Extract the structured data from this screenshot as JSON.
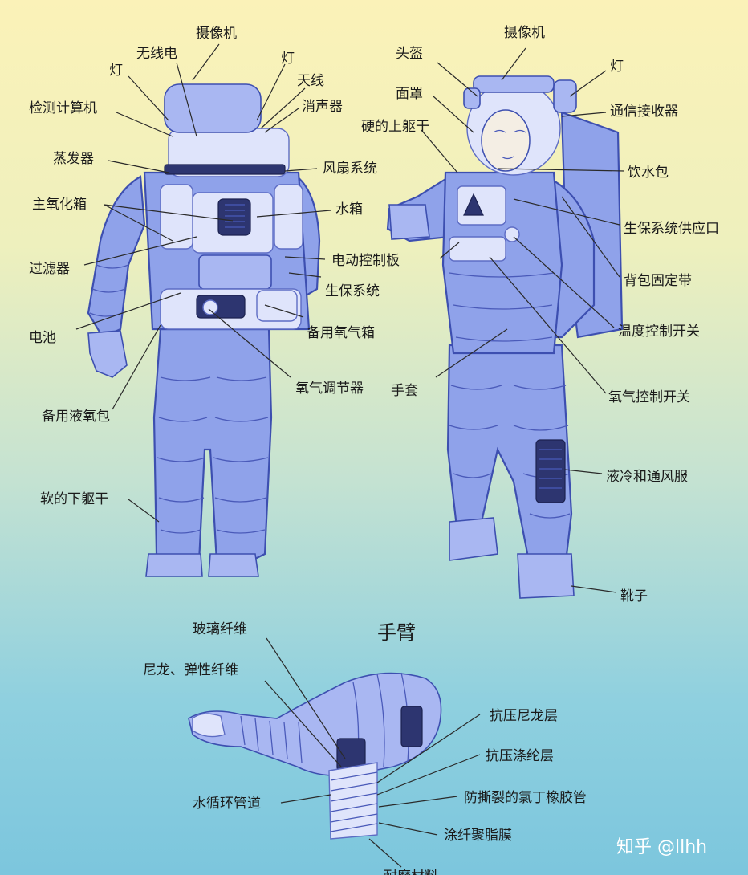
{
  "title": "手臂",
  "watermark": "知乎 @llhh",
  "labels": {
    "camera_left": "摄像机",
    "wireless": "无线电",
    "light_left_a": "灯",
    "light_left_b": "灯",
    "antenna": "天线",
    "monitor_computer": "检测计算机",
    "silencer": "消声器",
    "evaporator": "蒸发器",
    "fan_system": "风扇系统",
    "main_oxygen_box": "主氧化箱",
    "water_tank": "水箱",
    "filter": "过滤器",
    "electric_control_panel": "电动控制板",
    "life_support_system": "生保系统",
    "battery": "电池",
    "backup_oxygen_box": "备用氧气箱",
    "oxygen_regulator": "氧气调节器",
    "backup_liquid_oxygen": "备用液氧包",
    "soft_lower_torso": "软的下躯干",
    "camera_right": "摄像机",
    "helmet": "头盔",
    "light_right": "灯",
    "visor": "面罩",
    "comm_receiver": "通信接收器",
    "hard_upper_torso": "硬的上躯干",
    "water_bag": "饮水包",
    "life_support_supply": "生保系统供应口",
    "backpack_strap": "背包固定带",
    "temperature_switch": "温度控制开关",
    "glove": "手套",
    "oxygen_switch": "氧气控制开关",
    "cooling_garment": "液冷和通风服",
    "boots": "靴子",
    "glass_fiber": "玻璃纤维",
    "nylon_elastic": "尼龙、弹性纤维",
    "pressure_nylon": "抗压尼龙层",
    "pressure_polyester": "抗压涤纶层",
    "tear_resistant_tube": "防撕裂的氯丁橡胶管",
    "water_circulation_tube": "水循环管道",
    "coated_polyester_film": "涂纤聚脂膜",
    "cut_off_bottom": "耐磨材料"
  }
}
